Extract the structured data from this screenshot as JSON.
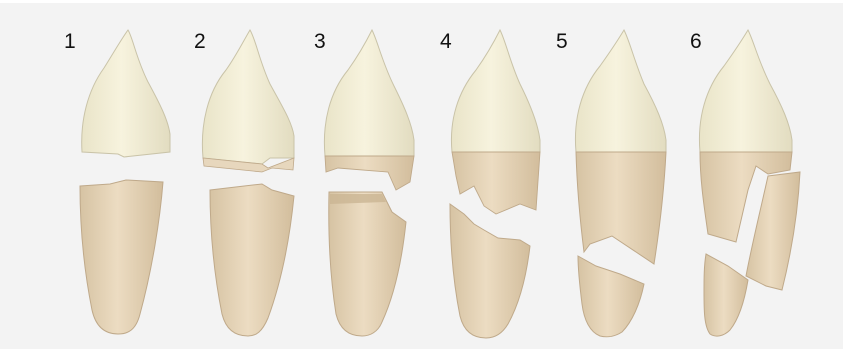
{
  "diagram": {
    "labels": [
      "1",
      "2",
      "3",
      "4",
      "5",
      "6"
    ],
    "colors": {
      "background": "#f3f3f3",
      "crown": "#f3eed6",
      "crown_edge": "#c9c3a8",
      "root": "#e7d7bd",
      "root_edge": "#bfa98a",
      "label": "#111111"
    }
  }
}
